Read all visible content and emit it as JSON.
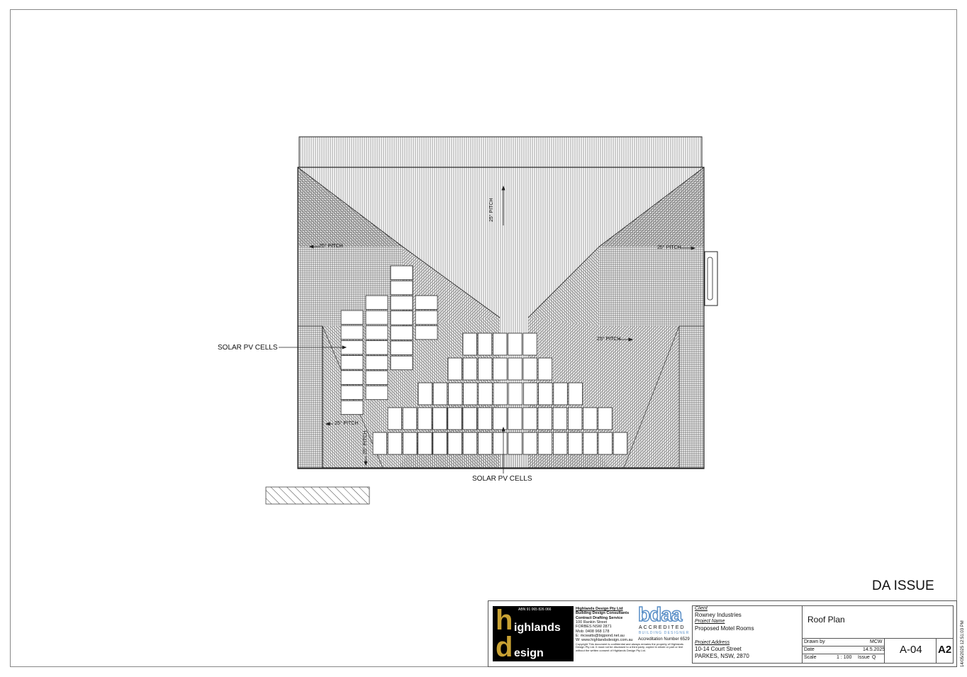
{
  "labels": {
    "solar_left": "SOLAR PV CELLS",
    "solar_bottom": "SOLAR PV CELLS",
    "pitch_top": "25° PITCH",
    "pitch_left": "25° PITCH",
    "pitch_right": "25° PITCH",
    "pitch_mid_right": "25° PITCH",
    "pitch_bottom_left": "25° PITCH",
    "pitch_bottom_vertical": "25° PITCH"
  },
  "stamp": "DA ISSUE",
  "logo": {
    "abn": "ABN 91 065 826 066",
    "brand_line1": "ighlands",
    "brand_line2": "esign",
    "brand_h": "h",
    "brand_d": "d",
    "brand_color": "#c8a133"
  },
  "company": {
    "name": "Highlands Design Pty Ltd",
    "line2": "Building Design Consultants",
    "line3": "Contract Drafting Service",
    "street": "100 Rankin Street",
    "town": "FORBES NSW 2871",
    "mob": "Mob: 0408 968 178",
    "email": "E: mcwatts@bigpond.net.au",
    "web": "W: www.highlandsdesign.com.au",
    "copyright": "Copyright This document is confidential and always remains the property of Highlands Design Pty Ltd. It must not be disclosed to a third party, copied in whole or part or lent without the written consent of Highlands Design Pty Ltd."
  },
  "bdaa": {
    "logo": "bdaa",
    "accredited": "ACCREDITED",
    "building_designer": "BUILDING DESIGNER",
    "accreditation": "Accreditation Number 6529",
    "color": "#5a8fc7"
  },
  "project": {
    "client_label": "Client",
    "client": "Rowney Industries",
    "name_label": "Project Name",
    "name": "Proposed Motel Rooms",
    "address_label": "Project Address",
    "address1": "10-14 Court Street",
    "address2": "PARKES, NSW, 2870"
  },
  "sheet": {
    "title": "Roof Plan",
    "drawn_by_label": "Drawn by",
    "drawn_by": "MCW",
    "date_label": "Date",
    "date": "14.5.2025",
    "scale_label": "Scale",
    "scale": "1 : 100",
    "issue_label": "Issue",
    "issue": "Q",
    "number": "A-04",
    "size": "A2"
  },
  "timestamp": "14/05/2025 12:51:03 PM"
}
